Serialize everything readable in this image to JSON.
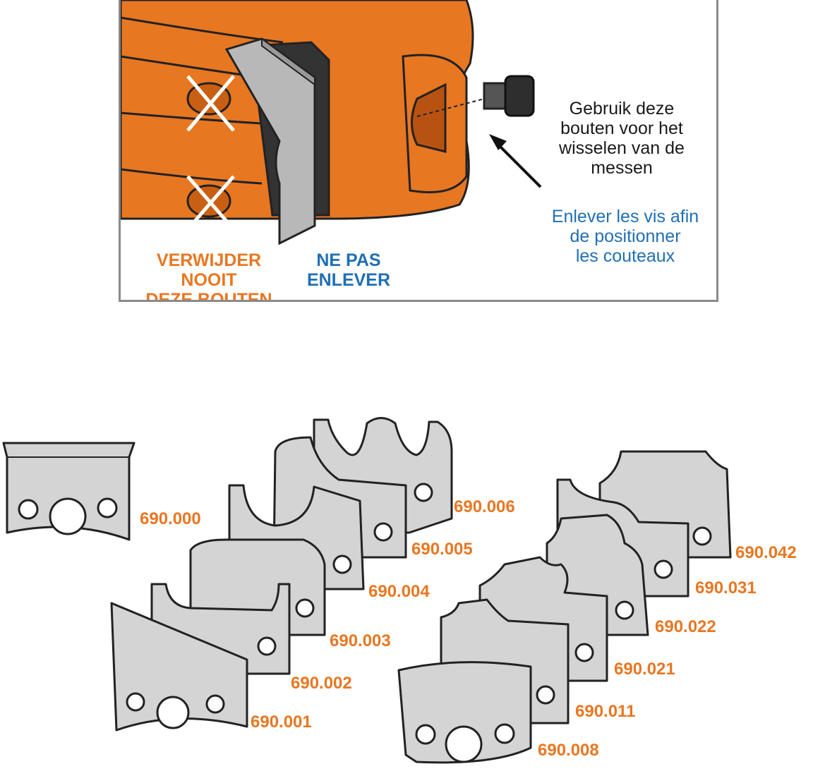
{
  "top_panel": {
    "left_warning": {
      "line1": "VERWIJDER NOOIT",
      "line2": "DEZE BOUTEN"
    },
    "middle_warning": {
      "line1": "NE PAS",
      "line2": "ENLEVER"
    },
    "instruction_nl": {
      "line1": "Gebruik deze",
      "line2": "bouten voor het",
      "line3": "wisselen van de",
      "line4": "messen"
    },
    "instruction_fr": {
      "line1": "Enlever les vis afin",
      "line2": "de positionner",
      "line3": "les couteaux"
    }
  },
  "knives": {
    "left_group": [
      "690.000",
      "690.006",
      "690.005",
      "690.004",
      "690.003",
      "690.002",
      "690.001"
    ],
    "right_group": [
      "690.042",
      "690.031",
      "690.022",
      "690.021",
      "690.011",
      "690.008"
    ]
  },
  "colors": {
    "orange": "#e87722",
    "blue": "#1f6fb3",
    "steel": "#d4d4d4",
    "outline": "#222222"
  }
}
